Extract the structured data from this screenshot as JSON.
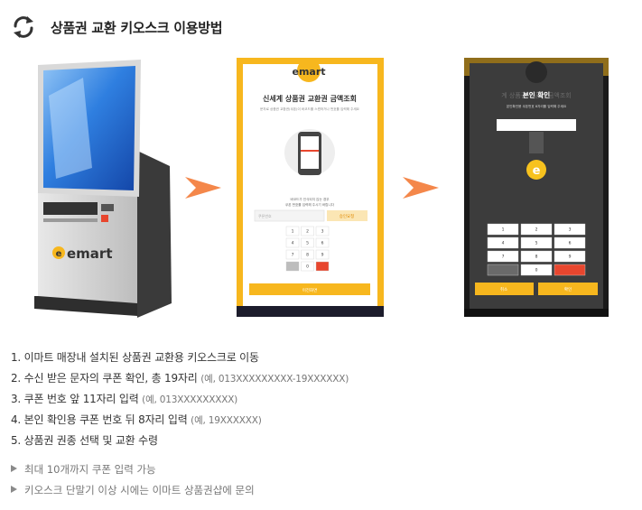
{
  "header": {
    "title": "상품권 교환 키오스크 이용방법",
    "icon": "refresh-icon"
  },
  "kiosk": {
    "brand": "emart"
  },
  "screen1": {
    "logo": "emart",
    "title": "신세계 상품권 교환권 금액조회",
    "subtitle": "문자로 상품권 교환권(쿠폰)이 바코드를 스캔하거나 번호를 입력해 주세요",
    "hint_line1": "바코드가 인식되지 않는 경우",
    "hint_line2": "쿠폰 번호를 입력해 주시기 바랍니다",
    "input_placeholder": "쿠폰번호",
    "confirm_button": "승인요청",
    "keypad": [
      "1",
      "2",
      "3",
      "4",
      "5",
      "6",
      "7",
      "8",
      "9",
      "",
      "0",
      ""
    ],
    "bottom_button": "이전화면"
  },
  "screen2": {
    "title": "본인 확인",
    "title_behind": "계 상품권 교환권 금액조회",
    "subtitle": "본인확인용 쿠폰번호 8자리를 입력해 주세요",
    "badge": "e",
    "keypad": [
      "1",
      "2",
      "3",
      "4",
      "5",
      "6",
      "7",
      "8",
      "9",
      "",
      "0",
      ""
    ],
    "bottom_left": "취소",
    "bottom_right": "확인"
  },
  "steps": [
    {
      "text": "1. 이마트 매장내 설치된 상품권 교환용 키오스크로 이동",
      "example": ""
    },
    {
      "text": "2. 수신 받은 문자의 쿠폰 확인, 총 19자리 ",
      "example": "(예, 013XXXXXXXXX-19XXXXXX)"
    },
    {
      "text": "3. 쿠폰 번호 앞 11자리 입력 ",
      "example": "(예, 013XXXXXXXXX)"
    },
    {
      "text": "4. 본인 확인용 쿠폰 번호 뒤 8자리 입력 ",
      "example": "(예, 19XXXXXX)"
    },
    {
      "text": "5. 상품권 권종 선택 및 교환 수령",
      "example": ""
    }
  ],
  "notes": [
    {
      "text": "최대 10개까지 쿠폰 입력 가능"
    },
    {
      "text": "키오스크 단말기 이상 시에는 이마트 상품권샵에 문의"
    }
  ],
  "colors": {
    "accent_yellow": "#f7b71e",
    "arrow_orange": "#f4874a",
    "dark_screen": "#2b2b2b",
    "key_red": "#e8462e"
  }
}
